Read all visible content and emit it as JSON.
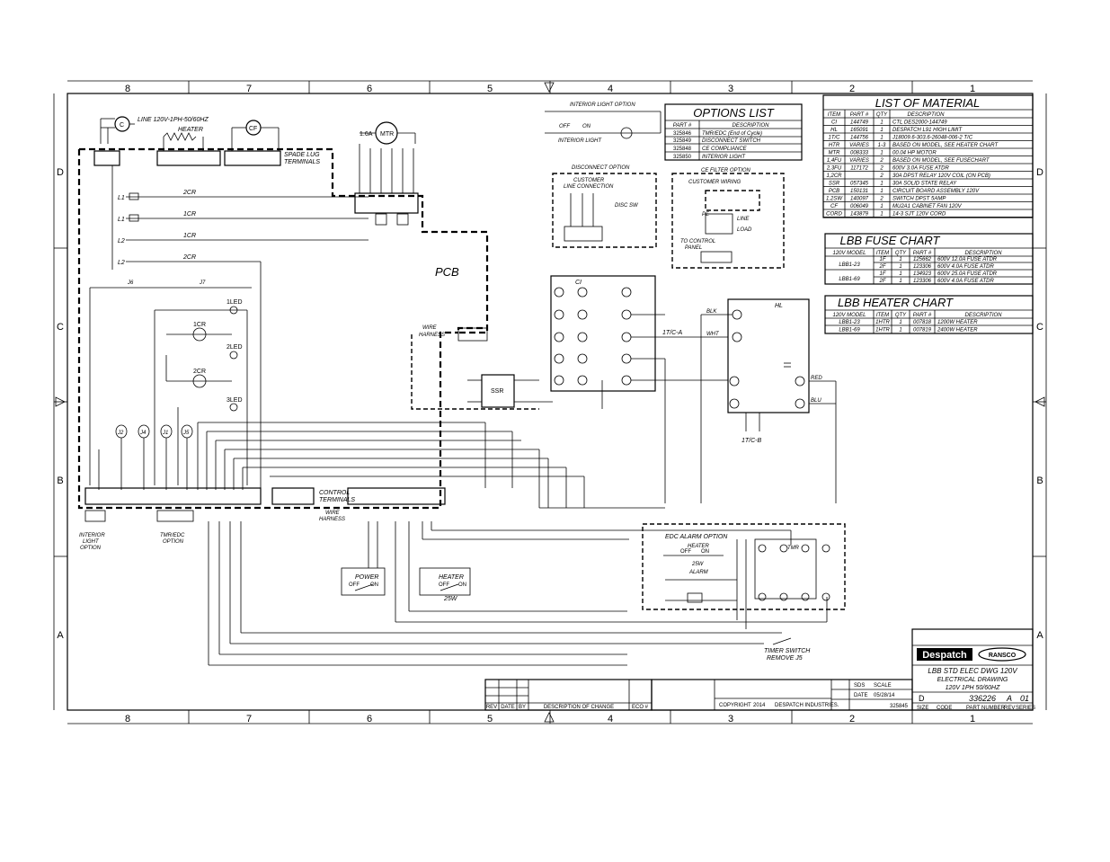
{
  "border": {
    "columns": [
      "8",
      "7",
      "6",
      "5",
      "4",
      "3",
      "2",
      "1"
    ],
    "rows": [
      "D",
      "C",
      "B",
      "A"
    ]
  },
  "labels": {
    "line_input": "LINE 120V-1PH-50/60HZ",
    "heater": "HEATER",
    "cf": "CF",
    "fuse_rating": "1.6A",
    "mtr": "MTR",
    "spade_lug": "SPADE LUG",
    "spade_lug2": "TERMINALS",
    "pcb": "PCB",
    "wire_harness": "WIRE",
    "wire_harness2": "HARNESS",
    "ssr": "SSR",
    "ci": "CI",
    "hl": "HL",
    "tc_a": "1T/C-A",
    "tc_b": "1T/C-B",
    "control_terminals": "CONTROL",
    "control_terminals2": "TERMINALS",
    "interior_light_opt": "INTERIOR",
    "interior_light_opt2": "LIGHT",
    "interior_light_opt3": "OPTION",
    "tmr_edc_opt": "TMR/EDC",
    "tmr_edc_opt2": "OPTION",
    "power": "POWER",
    "heater_sw": "HEATER",
    "off": "OFF",
    "on": "ON",
    "w25": "25W",
    "interior_light_option_title": "INTERIOR LIGHT OPTION",
    "interior_light": "INTERIOR LIGHT",
    "disconnect_option": "DISCONNECT OPTION",
    "customer_line": "CUSTOMER",
    "customer_line2": "LINE CONNECTION",
    "disc_sw": "DISC SW",
    "ce_filter_option": "CE FILTER OPTION",
    "customer_wiring": "CUSTOMER WIRING",
    "line": "LINE",
    "load": "LOAD",
    "to_control_panel": "TO CONTROL",
    "to_control_panel2": "PANEL",
    "edc_alarm_option": "EDC ALARM OPTION",
    "alarm": "ALARM",
    "tmr": "TMR",
    "timer_switch": "TIMER SWITCH",
    "remove_j5": "REMOVE J5",
    "relay_1cr": "1CR",
    "relay_2cr": "2CR",
    "led1": "1LED",
    "led2": "2LED",
    "led3": "3LED",
    "blk": "BLK",
    "wht": "WHT",
    "red": "RED",
    "blu": "BLU",
    "pe": "PE"
  },
  "options_list": {
    "title": "OPTIONS LIST",
    "headers": [
      "PART #",
      "DESCRIPTION"
    ],
    "rows": [
      [
        "325846",
        "TMR/EDC (End of Cycle)"
      ],
      [
        "325849",
        "DISCONNECT SWITCH"
      ],
      [
        "325848",
        "CE COMPLIANCE"
      ],
      [
        "325850",
        "INTERIOR LIGHT"
      ]
    ]
  },
  "list_of_material": {
    "title": "LIST OF MATERIAL",
    "headers": [
      "ITEM",
      "PART #",
      "QTY",
      "DESCRIPTION"
    ],
    "rows": [
      [
        "CI",
        "144749",
        "1",
        "CTL DES2000-144749"
      ],
      [
        "HL",
        "165091",
        "1",
        "DESPATCH L91 HIGH LIMIT"
      ],
      [
        "1T/C",
        "144756",
        "1",
        "J18009.6-303.6-26048-006-2 T/C"
      ],
      [
        "HTR",
        "VARIES",
        "1-3",
        "BASED ON MODEL, SEE HEATER CHART"
      ],
      [
        "MTR",
        "008333",
        "1",
        "00.04 HP MOTOR"
      ],
      [
        "1,4FU",
        "VARIES",
        "2",
        "BASED ON MODEL, SEE FUSECHART"
      ],
      [
        "2,3FU",
        "117172",
        "2",
        "600V 3.0A FUSE ATDR"
      ],
      [
        "1,2CR",
        "",
        "2",
        "30A DPST RELAY 120V COIL (ON PCB)"
      ],
      [
        "SSR",
        "057345",
        "1",
        "30A SOLID STATE RELAY"
      ],
      [
        "PCB",
        "150131",
        "1",
        "CIRCUIT BOARD ASSEMBLY 120V"
      ],
      [
        "1,2SW",
        "140097",
        "2",
        "SWITCH DPST 5AMP"
      ],
      [
        "CF",
        "006049",
        "1",
        "MU2A1 CABINET FAN 120V"
      ],
      [
        "CORD",
        "143879",
        "1",
        "14-3 SJT 120V CORD"
      ]
    ]
  },
  "fuse_chart": {
    "title": "LBB FUSE CHART",
    "headers": [
      "120V MODEL",
      "ITEM",
      "QTY",
      "PART #",
      "DESCRIPTION"
    ],
    "rows": [
      [
        "LBB1-23",
        "1F",
        "1",
        "125662",
        "600V 12.0A FUSE ATDR"
      ],
      [
        "",
        "2F",
        "1",
        "123306",
        "600V 4.0A FUSE ATDR"
      ],
      [
        "LBB1-69",
        "1F",
        "1",
        "134923",
        "600V 25.0A FUSE ATDR"
      ],
      [
        "",
        "2F",
        "1",
        "123306",
        "600V 4.0A FUSE ATDR"
      ]
    ]
  },
  "heater_chart": {
    "title": "LBB HEATER CHART",
    "headers": [
      "120V MODEL",
      "ITEM",
      "QTY",
      "PART #",
      "DESCRIPTION"
    ],
    "rows": [
      [
        "LBB1-23",
        "1HTR",
        "1",
        "007818",
        "1200W HEATER"
      ],
      [
        "LBB1-69",
        "1HTR",
        "1",
        "007819",
        "2400W HEATER"
      ]
    ]
  },
  "title_block": {
    "brand": "Despatch",
    "brand2": "RANSCO",
    "title1": "LBB STD ELEC DWG 120V",
    "title2": "ELECTRICAL DRAWING",
    "title3": "120V 1PH 50/60HZ",
    "size": "D",
    "part_number": "336226",
    "rev": "A",
    "sheet": "01",
    "copyright_label": "COPYRIGHT",
    "copyright_year": "2014",
    "company": "DESPATCH INDUSTRIES.",
    "drawn": "SDS",
    "date_label": "DATE",
    "date": "05/28/14",
    "scale_label": "SCALE",
    "size_label": "SIZE",
    "code_label": "CODE",
    "partnum_label": "PART NUMBER",
    "rev_label": "REV",
    "series_label": "SERIES",
    "ref": "325845"
  },
  "revision_block": {
    "headers": [
      "REV",
      "DATE",
      "BY",
      "DESCRIPTION OF CHANGE",
      "ECO #"
    ]
  }
}
